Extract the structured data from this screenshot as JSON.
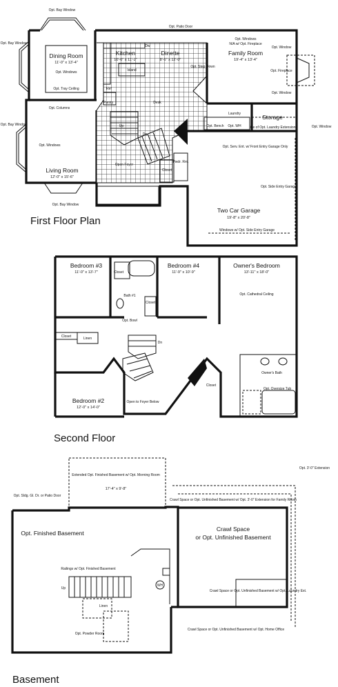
{
  "floors": {
    "first": {
      "title": "First Floor Plan",
      "labels": {
        "bay_top": "Opt. Bay Window",
        "bay_left": "Opt. Bay Window",
        "bay_left2": "Opt. Bay Window",
        "bay_bottom": "Opt. Bay Window",
        "patio_door": "Opt. Patio Door",
        "dining": "Dining Room",
        "dining_dim": "11'-0\" x 13'-4\"",
        "dining_win": "Opt. Windows",
        "tray": "Opt. Tray Ceiling",
        "kitchen": "Kitchen",
        "kitchen_dim": "10'-0\" x 11'-2\"",
        "dinette": "Dinette",
        "dinette_dim": "8'-6\" x 12'-0\"",
        "island": "Island",
        "ref": "Ref",
        "pantry": "Pantry",
        "dw": "Dw",
        "family": "Family Room",
        "family_dim": "19'-4\" x 13'-4\"",
        "fam_opt": "Opt. Windows",
        "fam_opt2": "N/A w/ Opt. Fireplace",
        "opt_window_r": "Opt. Window",
        "opt_fireplace": "Opt. Fireplace",
        "opt_window_r2": "Opt. Window",
        "step_down": "Opt. Step Down",
        "columns": "Opt. Columns",
        "living": "Living Room",
        "living_dim": "12'-0\" x 15'-6\"",
        "living_win": "Opt. Windows",
        "open_foyer": "Open Foyer",
        "up": "Up",
        "dn": "Dn",
        "closet": "Closet",
        "pwdr": "Pwdr. Rm.",
        "laundry": "Laundry",
        "storage": "Storage",
        "laundry_ext": "line of Opt. Laundry Extension",
        "opt_wh": "Opt. WH",
        "opt_bench": "Opt. Bench",
        "opt_window_far": "Opt. Window",
        "serv_ent": "Opt. Serv. Ent. w/ Front Entry Garage Only",
        "side_entry": "Opt. Side Entry Garage",
        "garage": "Two Car Garage",
        "garage_dim": "19'-8\" x 20'-8\"",
        "garage_win": "Windows w/ Opt. Side Entry Garage",
        "desk": "Desk"
      }
    },
    "second": {
      "title": "Second Floor",
      "labels": {
        "bed3": "Bedroom #3",
        "bed3_dim": "11'-0\" x 13'-7\"",
        "bed4": "Bedroom #4",
        "bed4_dim": "11'-9\" x 10'-9\"",
        "owners": "Owner's Bedroom",
        "owners_dim": "13'-11\" x 18'-0\"",
        "cathedral": "Opt. Cathedral Ceiling",
        "closet": "Closet",
        "bath1": "Bath #1",
        "opt_bowl": "Opt. Bowl",
        "linen": "Linen",
        "dn": "Dn",
        "bed2": "Bedroom #2",
        "bed2_dim": "12'-0\" x 14'-0\"",
        "open_foyer": "Open to Foyer Below",
        "owners_bath": "Owner's Bath",
        "oversize_tub": "Opt. Oversize Tub"
      }
    },
    "basement": {
      "title": "Basement",
      "labels": {
        "ext_morning": "Extended Opt. Finished Basement w/ Opt. Morning Room",
        "ext_dim": "17'-4\" x 9'-8\"",
        "opt_ext": "Opt. 3'-0\" Extension",
        "crawl_top": "Crawl Space or Opt. Unfinished Basement w/ Opt. 3'-0\" Extension for Family Room",
        "sldg": "Opt. Sldg. Gl. Dr. or Patio Door",
        "finished": "Opt. Finished Basement",
        "crawl": "Crawl Space",
        "crawl2": "or Opt. Unfinished Basement",
        "railings": "Railings w/ Opt. Finished Basement",
        "up": "Up",
        "wh": "WH",
        "crawl_laundry": "Crawl Space or Opt. Unfinished Basement w/ Opt. Laundry Ext.",
        "linen": "Linen",
        "powder": "Opt. Powder Room",
        "crawl_bottom": "Crawl Space or Opt. Unfinished Basement w/ Opt. Home Office"
      }
    }
  }
}
